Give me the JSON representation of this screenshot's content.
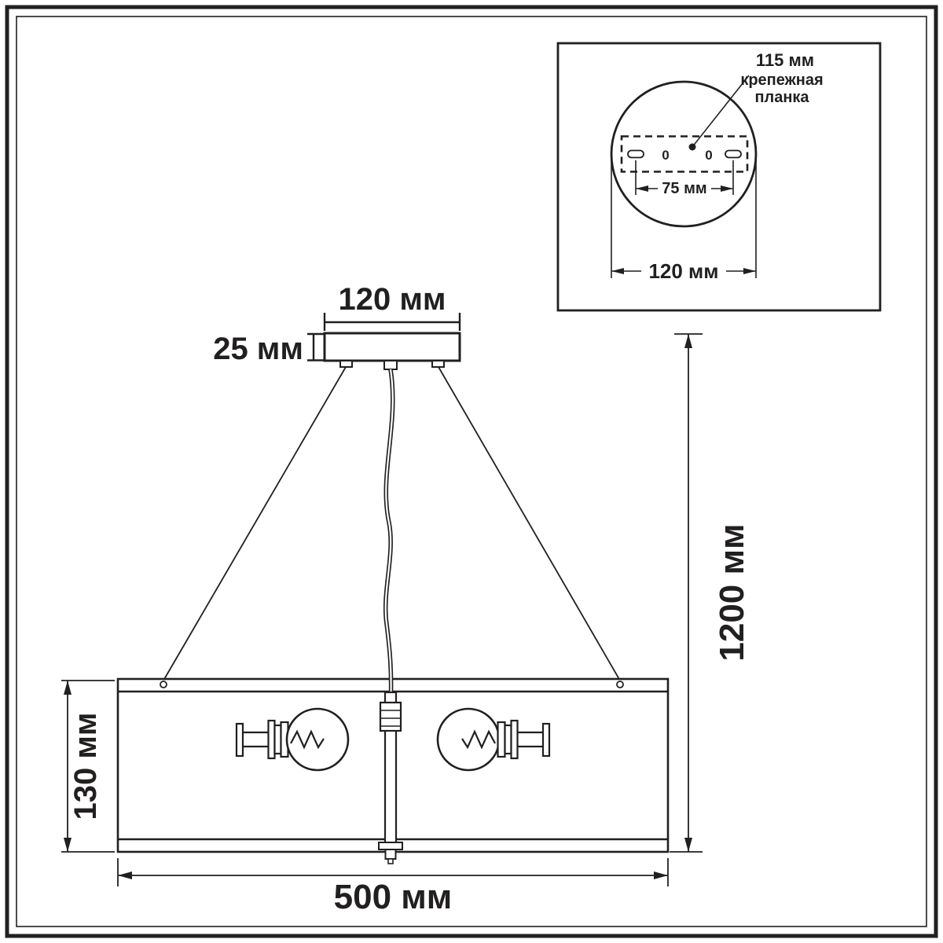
{
  "colors": {
    "line": "#221f1f",
    "background": "#ffffff"
  },
  "inset": {
    "plate_length_label": "115 мм",
    "plate_name_line1": "крепежная",
    "plate_name_line2": "планка",
    "hole_left_mark": "0",
    "hole_right_mark": "0",
    "hole_spacing_label": "75 мм",
    "base_diameter_label": "120 мм"
  },
  "dimensions": {
    "canopy_width_label": "120 мм",
    "canopy_height_label": "25 мм",
    "shade_height_label": "130 мм",
    "shade_diameter_label": "500 мм",
    "overall_height_label": "1200 мм"
  }
}
